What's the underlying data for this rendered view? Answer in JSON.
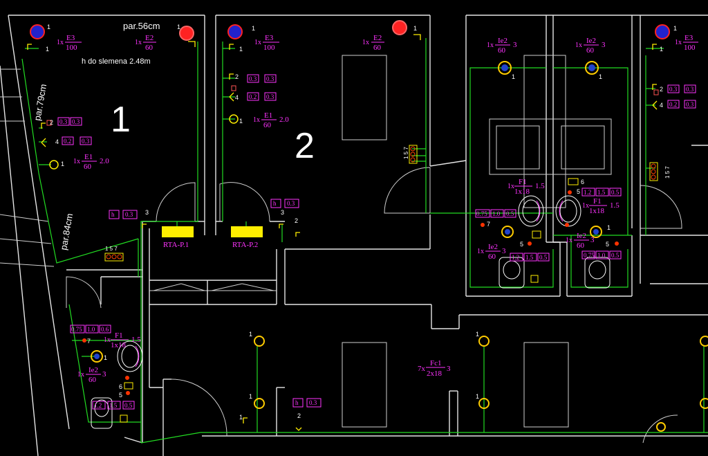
{
  "rooms": {
    "room1": "1",
    "room2": "2"
  },
  "annotations": {
    "par56": "par.56cm",
    "par79": "par.79cm",
    "par84": "par.84cm",
    "hdo": "h do slemena 2.48m"
  },
  "panels": {
    "p1": "RTA-P.1",
    "p2": "RTA-P.2"
  },
  "circuits": {
    "c157": "1 5 7"
  },
  "fixtures": {
    "qty1": "1x",
    "qty7": "7x",
    "e3": "E3",
    "e2": "E2",
    "e1": "E1",
    "ie2": "Ie2",
    "f1": "F1",
    "fc1": "Fc1",
    "n100": "100",
    "n60": "60",
    "n1x18": "1x18",
    "n2x18": "2x18",
    "h20": "2.0",
    "h15": "1.5",
    "h3": "3"
  },
  "heights": {
    "h": "h",
    "v03": "0.3",
    "v02": "0.2",
    "v075": "0.75",
    "v10": "1.0",
    "v12": "1.2",
    "v15": "1.5",
    "v05": "0.5",
    "v06": "0.6"
  },
  "labels": {
    "l1": "1",
    "l2": "2",
    "l3": "3",
    "l4": "4",
    "l5": "5",
    "l6": "6",
    "l7": "7"
  },
  "colors": {
    "background": "#000000",
    "walls": "#e6e6e6",
    "wiring": "#22dd22",
    "text": "#ff33ff",
    "panel": "#ffee00"
  }
}
